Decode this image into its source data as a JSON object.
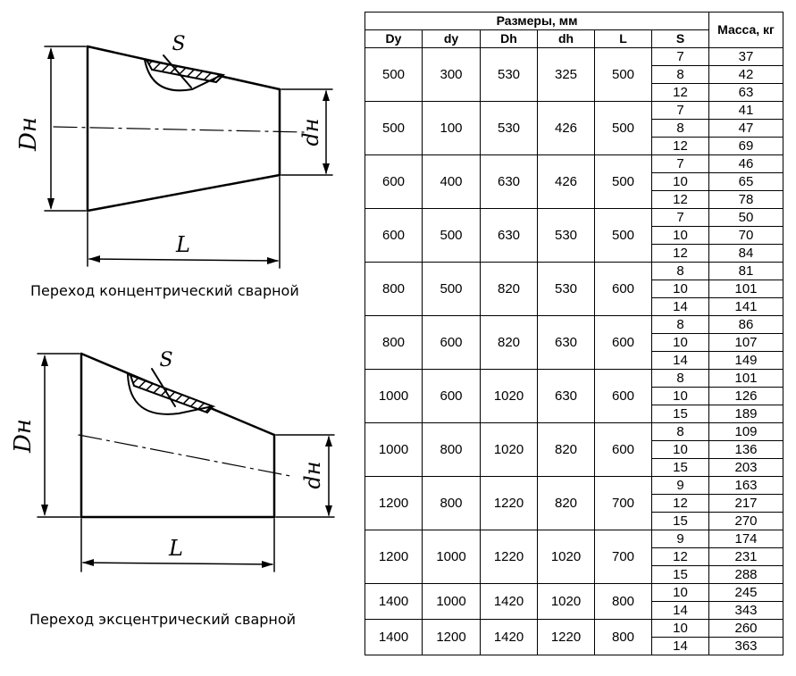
{
  "captions": {
    "concentric": "Переход концентрический сварной",
    "eccentric": "Переход эксцентрический сварной"
  },
  "drawing_labels": {
    "D": "Dн",
    "d": "dн",
    "L": "L",
    "S": "S"
  },
  "table": {
    "group_header": "Размеры, мм",
    "mass_header": "Масса, кг",
    "columns": [
      "Dy",
      "dy",
      "Dh",
      "dh",
      "L",
      "S"
    ],
    "groups": [
      {
        "Dy": "500",
        "dy": "300",
        "Dh": "530",
        "dh": "325",
        "L": "500",
        "rows": [
          [
            "7",
            "37"
          ],
          [
            "8",
            "42"
          ],
          [
            "12",
            "63"
          ]
        ]
      },
      {
        "Dy": "500",
        "dy": "100",
        "Dh": "530",
        "dh": "426",
        "L": "500",
        "rows": [
          [
            "7",
            "41"
          ],
          [
            "8",
            "47"
          ],
          [
            "12",
            "69"
          ]
        ]
      },
      {
        "Dy": "600",
        "dy": "400",
        "Dh": "630",
        "dh": "426",
        "L": "500",
        "rows": [
          [
            "7",
            "46"
          ],
          [
            "10",
            "65"
          ],
          [
            "12",
            "78"
          ]
        ]
      },
      {
        "Dy": "600",
        "dy": "500",
        "Dh": "630",
        "dh": "530",
        "L": "500",
        "rows": [
          [
            "7",
            "50"
          ],
          [
            "10",
            "70"
          ],
          [
            "12",
            "84"
          ]
        ]
      },
      {
        "Dy": "800",
        "dy": "500",
        "Dh": "820",
        "dh": "530",
        "L": "600",
        "rows": [
          [
            "8",
            "81"
          ],
          [
            "10",
            "101"
          ],
          [
            "14",
            "141"
          ]
        ]
      },
      {
        "Dy": "800",
        "dy": "600",
        "Dh": "820",
        "dh": "630",
        "L": "600",
        "rows": [
          [
            "8",
            "86"
          ],
          [
            "10",
            "107"
          ],
          [
            "14",
            "149"
          ]
        ]
      },
      {
        "Dy": "1000",
        "dy": "600",
        "Dh": "1020",
        "dh": "630",
        "L": "600",
        "rows": [
          [
            "8",
            "101"
          ],
          [
            "10",
            "126"
          ],
          [
            "15",
            "189"
          ]
        ]
      },
      {
        "Dy": "1000",
        "dy": "800",
        "Dh": "1020",
        "dh": "820",
        "L": "600",
        "rows": [
          [
            "8",
            "109"
          ],
          [
            "10",
            "136"
          ],
          [
            "15",
            "203"
          ]
        ]
      },
      {
        "Dy": "1200",
        "dy": "800",
        "Dh": "1220",
        "dh": "820",
        "L": "700",
        "rows": [
          [
            "9",
            "163"
          ],
          [
            "12",
            "217"
          ],
          [
            "15",
            "270"
          ]
        ]
      },
      {
        "Dy": "1200",
        "dy": "1000",
        "Dh": "1220",
        "dh": "1020",
        "L": "700",
        "rows": [
          [
            "9",
            "174"
          ],
          [
            "12",
            "231"
          ],
          [
            "15",
            "288"
          ]
        ]
      },
      {
        "Dy": "1400",
        "dy": "1000",
        "Dh": "1420",
        "dh": "1020",
        "L": "800",
        "rows": [
          [
            "10",
            "245"
          ],
          [
            "14",
            "343"
          ]
        ]
      },
      {
        "Dy": "1400",
        "dy": "1200",
        "Dh": "1420",
        "dh": "1220",
        "L": "800",
        "rows": [
          [
            "10",
            "260"
          ],
          [
            "14",
            "363"
          ]
        ]
      }
    ]
  }
}
